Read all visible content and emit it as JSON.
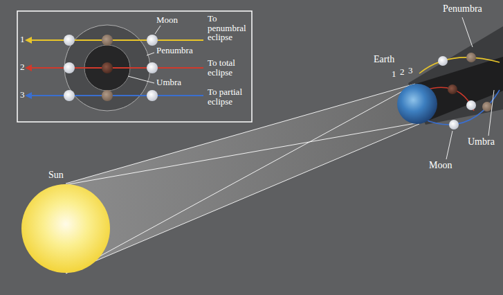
{
  "diagram": {
    "nodes": [
      {
        "text": [
          "Sun"
        ]
      },
      {
        "text": [
          "Earth"
        ]
      }
    ],
    "labels": [
      "Moon",
      "To penumbral eclipse",
      "1",
      "Penumbra",
      "2",
      "To total eclipse",
      "Umbra",
      "3",
      "To partial eclipse",
      "Penumbra",
      "1",
      "2",
      "3",
      "Umbra",
      "Moon"
    ]
  }
}
